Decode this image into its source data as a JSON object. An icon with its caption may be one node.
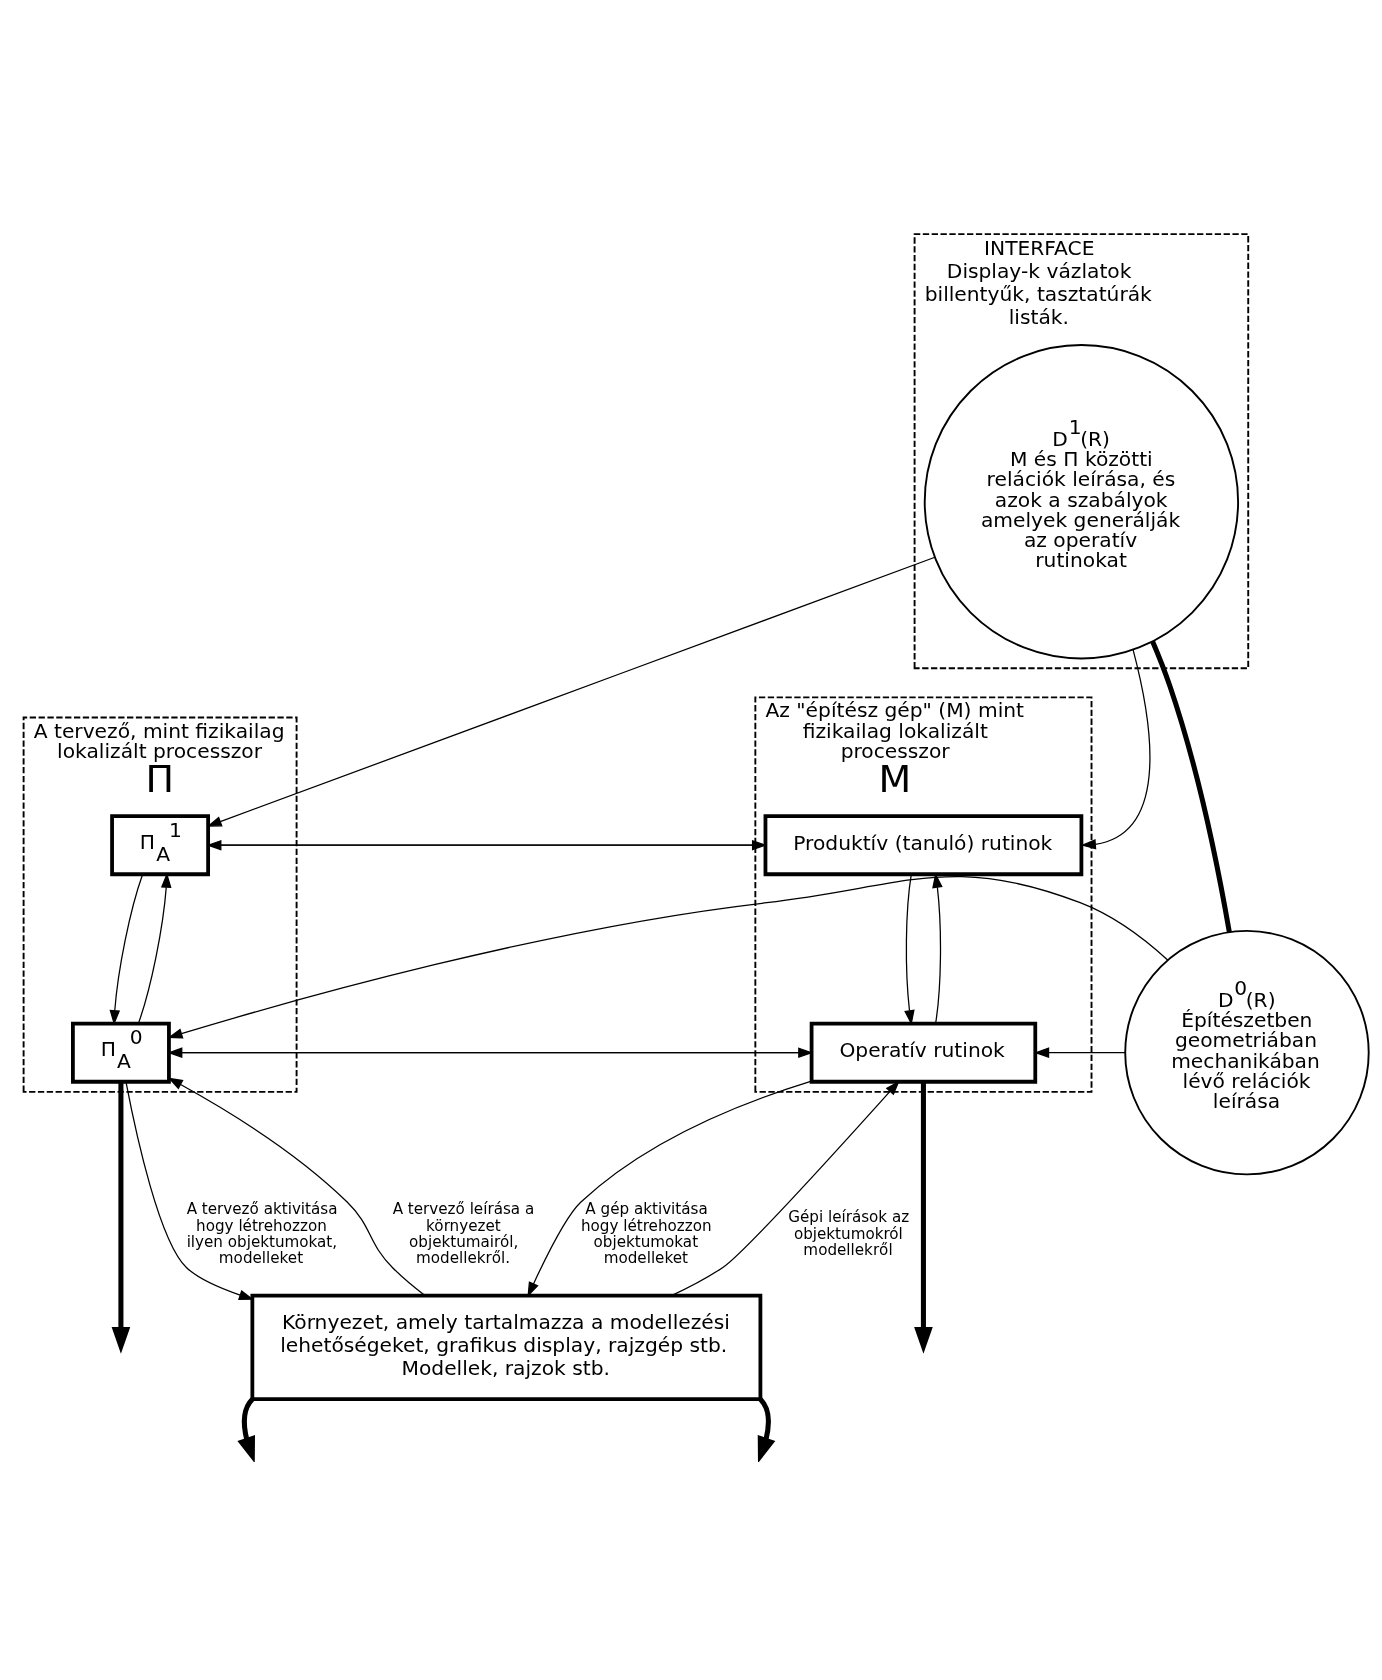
{
  "diagram": {
    "nodes": [
      {
        "text": [
          "A tervező, mint fizikailag lokalizált processzor",
          "Π"
        ]
      },
      {
        "text": [
          "INTERFACE",
          "Display-k vázlatok billentyűk, tasztatúrák listák."
        ]
      },
      {
        "text": [
          "Az \"építész gép\" (M) mint fizikailag lokalizált processzor",
          "M"
        ]
      },
      {
        "text": [
          "D$^{1}$(R)",
          "M és Π közötti relációk leírása, és azok a szabályok amelyek generálják az operatív rutinokat"
        ],
        "in": 1
      },
      {
        "text": [
          "Π$_{A}$$^{1}$"
        ],
        "in": 0
      },
      {
        "text": [
          "Produktív (tanuló) rutinok"
        ],
        "in": 2
      },
      {
        "text": [
          "Π$_{A}$$^{0}$"
        ],
        "in": 0
      },
      {
        "text": [
          "Operatív rutinok"
        ],
        "in": 2
      },
      {
        "text": [
          "D$^{0}$(R)",
          "Építészetben geometriában mechanikában lévő relációk leírása"
        ]
      },
      {
        "text": [
          "Környezet, amely tartalmazza a modellezési lehetőségeket, grafikus display, rajzgép stb. Modellek, rajzok stb."
        ]
      }
    ],
    "edges": [
      {
        "from": 4,
        "to": 5,
        "arrow": "to"
      },
      {
        "from": 5,
        "to": 4,
        "arrow": "to"
      },
      {
        "from": 3,
        "to": 4,
        "arrow": "to"
      },
      {
        "from": 3,
        "to": 5,
        "arrow": "to"
      },
      {
        "from": 3,
        "to": 8,
        "arrow": "none",
        "style": "thick"
      },
      {
        "from": 4,
        "to": 6,
        "arrow": "to"
      },
      {
        "from": 6,
        "to": 4,
        "arrow": "to"
      },
      {
        "from": 5,
        "to": 7,
        "arrow": "to"
      },
      {
        "from": 7,
        "to": 5,
        "arrow": "to"
      },
      {
        "from": 6,
        "to": 7,
        "arrow": "to"
      },
      {
        "from": 7,
        "to": 6,
        "arrow": "to"
      },
      {
        "from": 8,
        "to": 7,
        "arrow": "to"
      },
      {
        "from": 8,
        "to": 6,
        "arrow": "to"
      },
      {
        "from": 6,
        "to": null,
        "arrow": "to",
        "style": "thick"
      },
      {
        "from": 7,
        "to": null,
        "arrow": "to",
        "style": "thick"
      },
      {
        "from": 9,
        "to": 6,
        "arrow": "to",
        "label": "A tervező leírása a környezet objektumairól, modellekről."
      },
      {
        "from": 6,
        "to": 9,
        "arrow": "to",
        "label": "A tervező aktivitása hogy létrehozzon ilyen objektumokat, modelleket"
      },
      {
        "from": 9,
        "to": 7,
        "arrow": "to",
        "label": "Gépi leírások az objektumokról modellekről"
      },
      {
        "from": 7,
        "to": 9,
        "arrow": "to",
        "label": "A gép aktivitása hogy létrehozzon objektumokat modelleket"
      },
      {
        "from": 9,
        "to": null,
        "arrow": "to",
        "style": "thick"
      },
      {
        "from": 9,
        "to": null,
        "arrow": "to",
        "style": "thick"
      }
    ]
  }
}
